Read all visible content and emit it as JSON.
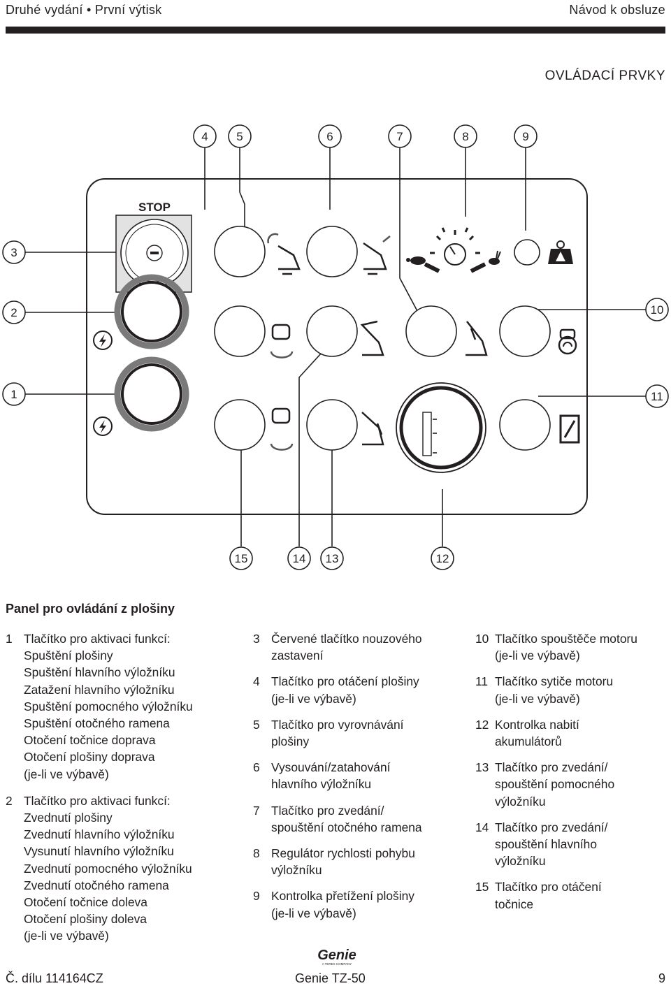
{
  "header": {
    "left": "Druhé vydání • První výtisk",
    "right": "Návod k obsluze"
  },
  "section_title": "OVLÁDACÍ PRVKY",
  "diagram": {
    "stop_label": "STOP",
    "callouts_top": [
      "4",
      "5",
      "6",
      "7",
      "8",
      "9"
    ],
    "callouts_left": [
      "3",
      "2",
      "1"
    ],
    "callouts_right": [
      "10",
      "11"
    ],
    "callouts_bottom": [
      "15",
      "14",
      "13",
      "12"
    ]
  },
  "panel_title": "Panel pro ovládání z plošiny",
  "col1": [
    {
      "num": "1",
      "lines": [
        "Tlačítko pro aktivaci funkcí:",
        "Spuštění plošiny",
        "Spuštění hlavního výložníku",
        "Zatažení hlavního výložníku",
        "Spuštění pomocného výložníku",
        "Spuštění otočného ramena",
        "Otočení točnice doprava",
        "Otočení plošiny doprava",
        "(je-li ve výbavě)"
      ]
    },
    {
      "num": "2",
      "lines": [
        "Tlačítko pro aktivaci funkcí:",
        "Zvednutí plošiny",
        "Zvednutí hlavního výložníku",
        "Vysunutí hlavního výložníku",
        "Zvednutí pomocného výložníku",
        "Zvednutí otočného ramena",
        "Otočení točnice doleva",
        "Otočení plošiny doleva",
        "(je-li ve výbavě)"
      ]
    }
  ],
  "col2": [
    {
      "num": "3",
      "lines": [
        "Červené tlačítko nouzového",
        "zastavení"
      ]
    },
    {
      "num": "4",
      "lines": [
        "Tlačítko pro otáčení plošiny",
        "(je-li ve výbavě)"
      ]
    },
    {
      "num": "5",
      "lines": [
        "Tlačítko pro vyrovnávání",
        "plošiny"
      ]
    },
    {
      "num": "6",
      "lines": [
        "Vysouvání/zatahování",
        "hlavního výložníku"
      ]
    },
    {
      "num": "7",
      "lines": [
        "Tlačítko pro zvedání/",
        "spouštění otočného ramena"
      ]
    },
    {
      "num": "8",
      "lines": [
        "Regulátor rychlosti pohybu",
        "výložníku"
      ]
    },
    {
      "num": "9",
      "lines": [
        "Kontrolka přetížení plošiny",
        "(je-li ve výbavě)"
      ]
    }
  ],
  "col3": [
    {
      "num": "10",
      "lines": [
        "Tlačítko spouštěče motoru",
        "(je-li ve výbavě)"
      ]
    },
    {
      "num": "11",
      "lines": [
        "Tlačítko sytiče motoru",
        "(je-li ve výbavě)"
      ]
    },
    {
      "num": "12",
      "lines": [
        "Kontrolka nabití",
        "akumulátorů"
      ]
    },
    {
      "num": "13",
      "lines": [
        "Tlačítko pro zvedání/",
        "spouštění pomocného",
        "výložníku"
      ]
    },
    {
      "num": "14",
      "lines": [
        "Tlačítko pro zvedání/",
        "spouštění hlavního",
        "výložníku"
      ]
    },
    {
      "num": "15",
      "lines": [
        "Tlačítko pro otáčení",
        "točnice"
      ]
    }
  ],
  "logo": {
    "brand": "Genie",
    "tagline": "A TEREX COMPANY"
  },
  "footer": {
    "left": "Č. dílu 114164CZ",
    "center": "Genie TZ-50",
    "right": "9"
  }
}
